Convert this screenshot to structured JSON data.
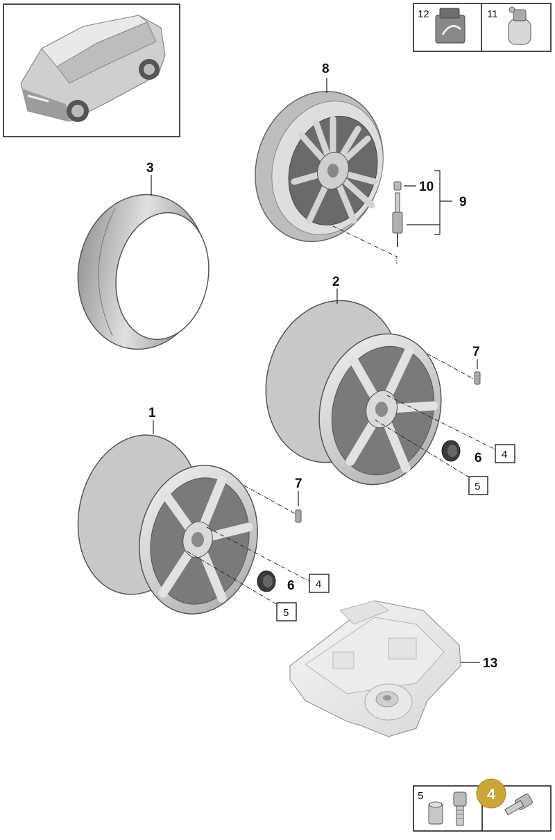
{
  "labels": {
    "rim_front": "1",
    "rim_rear": "2",
    "tyre": "3",
    "wheel_bolt": "4",
    "lock_bolt": "5",
    "cap": "6",
    "tpms_valve": "7",
    "spare_wheel": "8",
    "valve_assembly": "9",
    "valve_cap": "10",
    "compressor_bottle": "11",
    "compressor": "12",
    "tool_tray": "13"
  },
  "highlight_color": "#c9a53a",
  "highlighted_item": "4"
}
